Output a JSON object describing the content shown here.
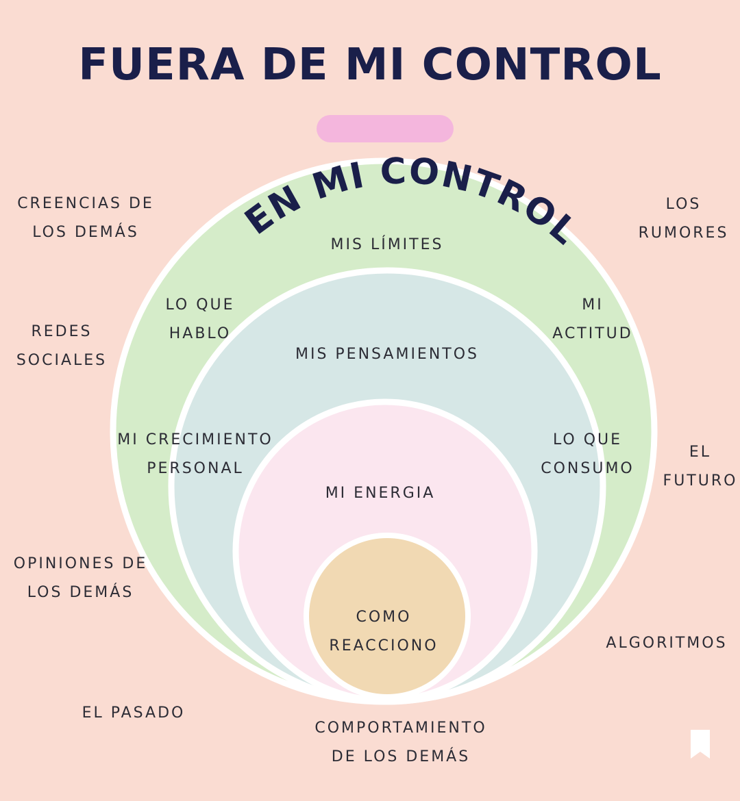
{
  "title": "FUERA DE MI CONTROL",
  "inner_title": "EN MI CONTROL",
  "colors": {
    "background": "#fadcd2",
    "outer_circle": "#d5ecc9",
    "middle_circle": "#d6e7e6",
    "inner_circle": "#fbe6ef",
    "core_circle": "#f1d9b3",
    "accent_bar": "#f4b6dd",
    "title_text": "#1a1f4a"
  },
  "outside_items": [
    "CREENCIAS DE\nLOS DEMÁS",
    "LOS\nRUMORES",
    "REDES\nSOCIALES",
    "EL\nFUTURO",
    "OPINIONES DE\nLOS DEMÁS",
    "ALGORITMOS",
    "EL PASADO",
    "COMPORTAMIENTO\nDE LOS DEMÁS"
  ],
  "outer_ring": {
    "items": [
      "MIS LÍMITES",
      "LO QUE\nHABLO",
      "MI\nACTITUD",
      "MI CRECIMIENTO\nPERSONAL",
      "LO QUE\nCONSUMO"
    ]
  },
  "middle_ring": {
    "label": "MIS PENSAMIENTOS"
  },
  "inner_ring": {
    "label": "MI ENERGIA"
  },
  "core": {
    "label": "COMO\nREACCIONO"
  },
  "bookmark_icon": "bookmark-icon"
}
